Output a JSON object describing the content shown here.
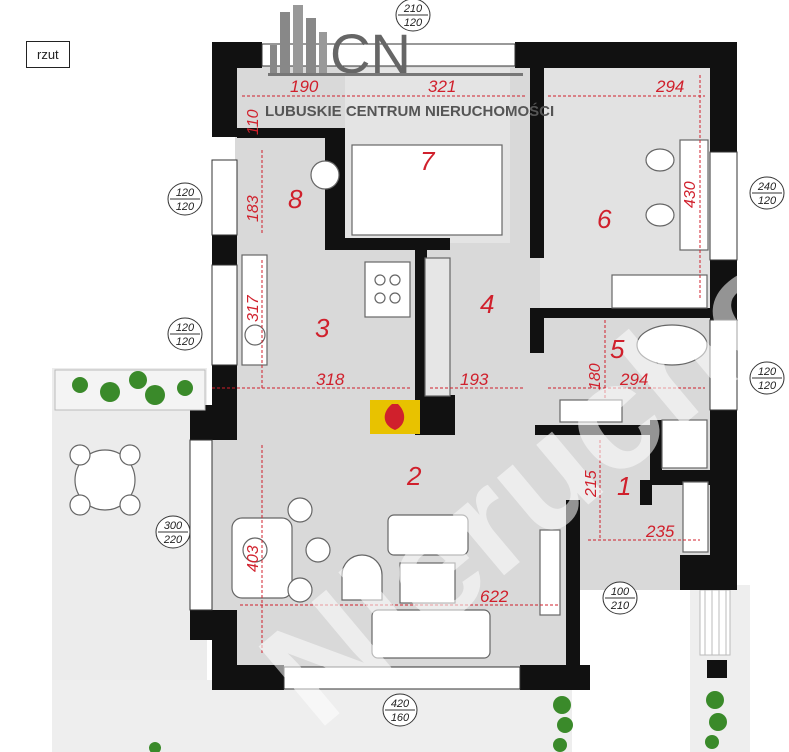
{
  "tag": "rzut",
  "logo": {
    "letters": "CN",
    "name": "LUBUSKIE CENTRUM NIERUCHOMOŚCI"
  },
  "watermark": "Nieruchomości",
  "rooms": [
    "1",
    "2",
    "3",
    "4",
    "5",
    "6",
    "7",
    "8"
  ],
  "dimensions": {
    "d190": "190",
    "d321": "321",
    "d294a": "294",
    "d110": "110",
    "d183": "183",
    "d317": "317",
    "d318": "318",
    "d193": "193",
    "d180": "180",
    "d294b": "294",
    "d430": "430",
    "d215": "215",
    "d235": "235",
    "d403": "403",
    "d622": "622"
  },
  "windows": {
    "w_top": [
      "210",
      "120"
    ],
    "w_l1": [
      "120",
      "120"
    ],
    "w_l2": [
      "120",
      "120"
    ],
    "w_r1": [
      "240",
      "120"
    ],
    "w_r2": [
      "120",
      "120"
    ],
    "w_l3": [
      "300",
      "220"
    ],
    "w_door": [
      "100",
      "210"
    ],
    "w_bottom": [
      "420",
      "160"
    ]
  },
  "colors": {
    "wall": "#111111",
    "floor": "#d9d9d9",
    "terrace": "#ececec",
    "dim": "#d0202c",
    "plant": "#3a8a2a"
  }
}
